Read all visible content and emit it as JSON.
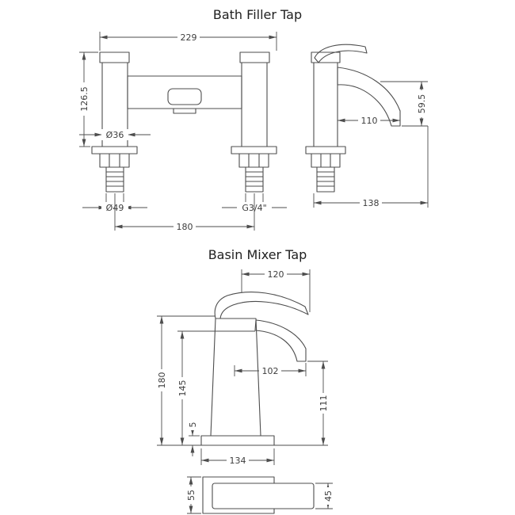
{
  "page": {
    "background": "#ffffff",
    "line_color": "#4d4d4d",
    "text_color": "#3d3d3d"
  },
  "bath_filler": {
    "title": "Bath Filler Tap",
    "front": {
      "overall_width": "229",
      "height": "126.5",
      "handle_diameter": "Ø36",
      "base_diameter": "Ø49",
      "thread": "G3/4\"",
      "tap_centres": "180"
    },
    "side": {
      "spout_reach": "110",
      "spout_height": "59.5",
      "overall_depth": "138"
    }
  },
  "basin_mixer": {
    "title": "Basin Mixer Tap",
    "side": {
      "handle_reach": "120",
      "overall_height": "180",
      "spout_top_height": "145",
      "spout_reach": "102",
      "spout_height": "111",
      "base_thickness": "5",
      "base_width": "134"
    },
    "plan": {
      "base_depth": "55",
      "handle_width": "45"
    }
  }
}
